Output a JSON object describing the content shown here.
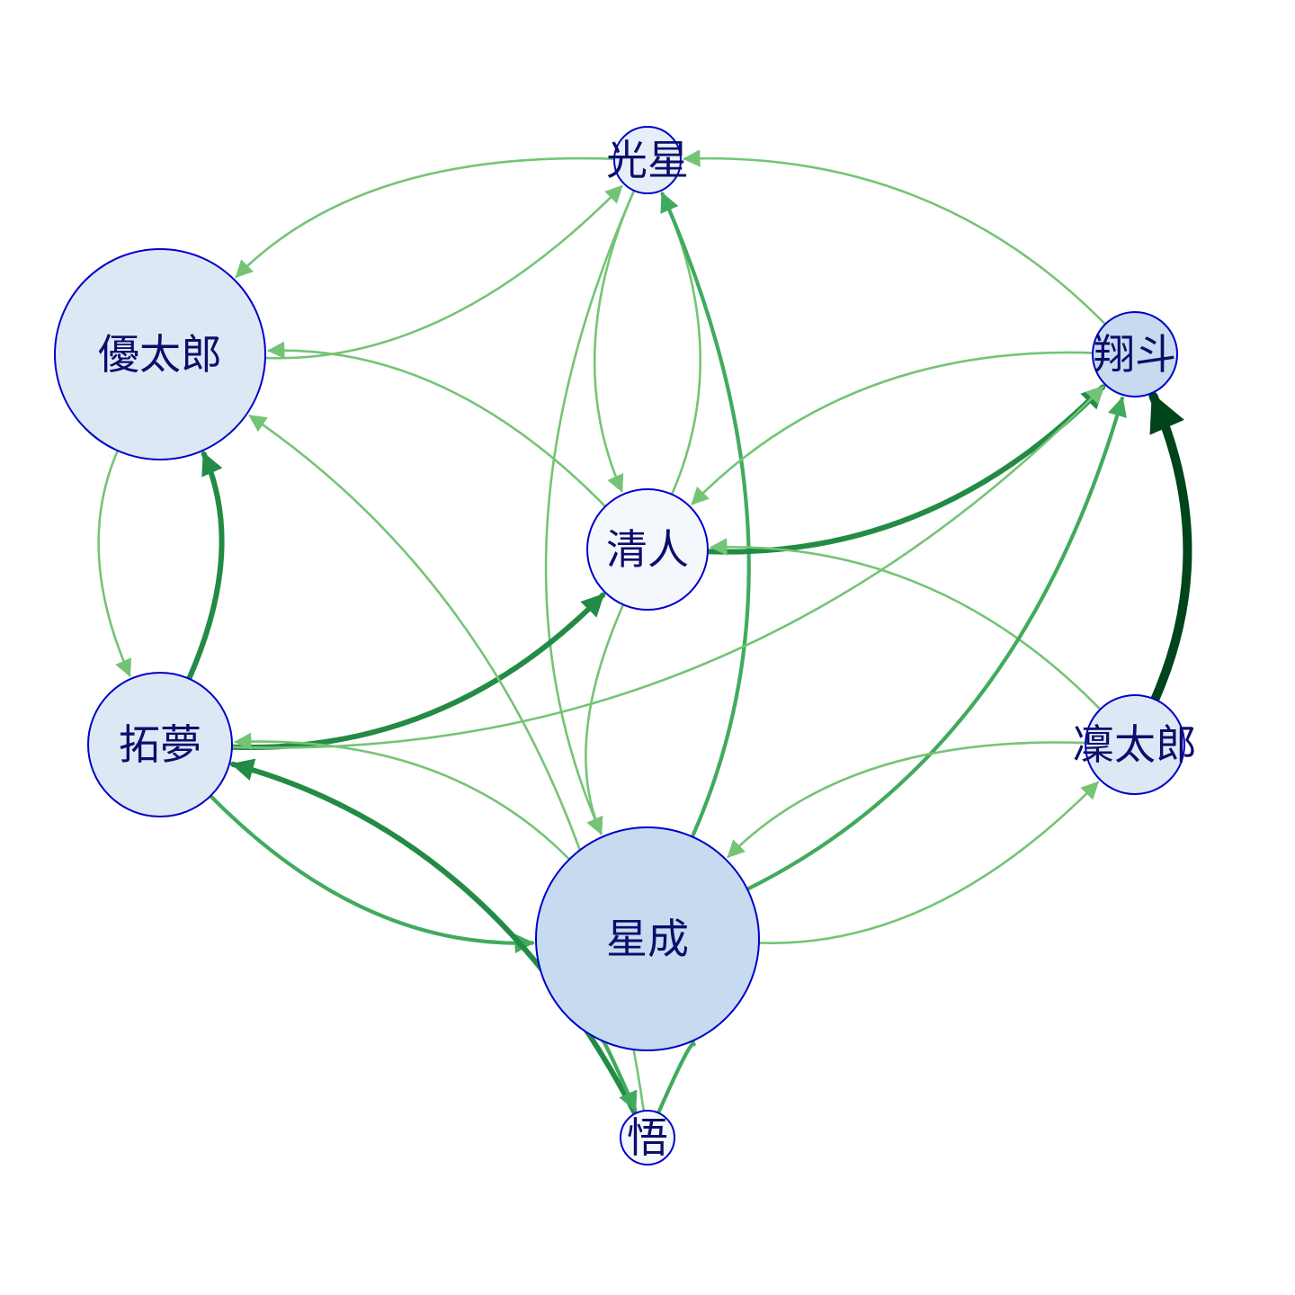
{
  "diagram": {
    "type": "directed-network",
    "nodes": [
      {
        "id": "koboshi",
        "label": "光星",
        "fill": "#e6eef8"
      },
      {
        "id": "yutaro",
        "label": "優太郎",
        "fill": "#dde8f5"
      },
      {
        "id": "shoto",
        "label": "翔斗",
        "fill": "#c6dbef"
      },
      {
        "id": "kiyoto",
        "label": "清人",
        "fill": "#f4f8fd"
      },
      {
        "id": "takumu",
        "label": "拓夢",
        "fill": "#dde8f5"
      },
      {
        "id": "rintaro",
        "label": "凜太郎",
        "fill": "#dde8f5"
      },
      {
        "id": "seisei",
        "label": "星成",
        "fill": "#c6dbef"
      },
      {
        "id": "satoru",
        "label": "悟",
        "fill": "#f4f8fd"
      }
    ],
    "edges": [
      {
        "from": "yutaro",
        "to": "koboshi",
        "weight": 1
      },
      {
        "from": "koboshi",
        "to": "yutaro",
        "weight": 1
      },
      {
        "from": "koboshi",
        "to": "kiyoto",
        "weight": 1
      },
      {
        "from": "kiyoto",
        "to": "koboshi",
        "weight": 1
      },
      {
        "from": "seisei",
        "to": "koboshi",
        "weight": 2
      },
      {
        "from": "koboshi",
        "to": "seisei",
        "weight": 1
      },
      {
        "from": "shoto",
        "to": "koboshi",
        "weight": 1
      },
      {
        "from": "kiyoto",
        "to": "shoto",
        "weight": 3
      },
      {
        "from": "shoto",
        "to": "kiyoto",
        "weight": 1
      },
      {
        "from": "kiyoto",
        "to": "yutaro",
        "weight": 1
      },
      {
        "from": "takumu",
        "to": "kiyoto",
        "weight": 3
      },
      {
        "from": "kiyoto",
        "to": "seisei",
        "weight": 1
      },
      {
        "from": "rintaro",
        "to": "kiyoto",
        "weight": 1
      },
      {
        "from": "takumu",
        "to": "yutaro",
        "weight": 3
      },
      {
        "from": "yutaro",
        "to": "takumu",
        "weight": 1
      },
      {
        "from": "satoru",
        "to": "yutaro",
        "weight": 1
      },
      {
        "from": "rintaro",
        "to": "shoto",
        "weight": 5
      },
      {
        "from": "seisei",
        "to": "shoto",
        "weight": 2
      },
      {
        "from": "takumu",
        "to": "shoto",
        "weight": 1
      },
      {
        "from": "takumu",
        "to": "seisei",
        "weight": 2
      },
      {
        "from": "seisei",
        "to": "takumu",
        "weight": 1
      },
      {
        "from": "satoru",
        "to": "takumu",
        "weight": 3
      },
      {
        "from": "seisei",
        "to": "rintaro",
        "weight": 1
      },
      {
        "from": "rintaro",
        "to": "seisei",
        "weight": 1
      },
      {
        "from": "seisei",
        "to": "satoru",
        "weight": 2
      },
      {
        "from": "satoru",
        "to": "seisei",
        "weight": 2
      }
    ],
    "edge_colors": {
      "1": "#74c476",
      "2": "#41ab5d",
      "3": "#238b45",
      "5": "#00441b"
    }
  }
}
